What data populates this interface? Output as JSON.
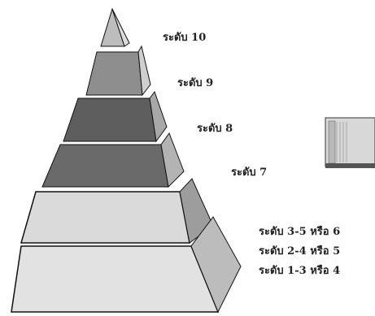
{
  "levels": [
    {
      "label": "ระดับ 10"
    },
    {
      "label": "ระดับ 9"
    },
    {
      "label": "ระดับ 8"
    },
    {
      "label": "ระดับ 7"
    },
    {
      "label": "ระดับ 3-5 หรือ 6"
    },
    {
      "label": "ระดับ 2-4 หรือ 5"
    },
    {
      "label": "ระดับ 1-3 หรือ 4"
    }
  ],
  "colors": {
    "tier_1_front": "#bdbdbd",
    "tier_2_front": "#8e8e8e",
    "tier_3_front": "#5e5e5e",
    "tier_4_front": "#6a6a6a",
    "tier_5_front": "#dadada",
    "tier_6_front": "#e2e2e2",
    "outline": "#111111"
  }
}
